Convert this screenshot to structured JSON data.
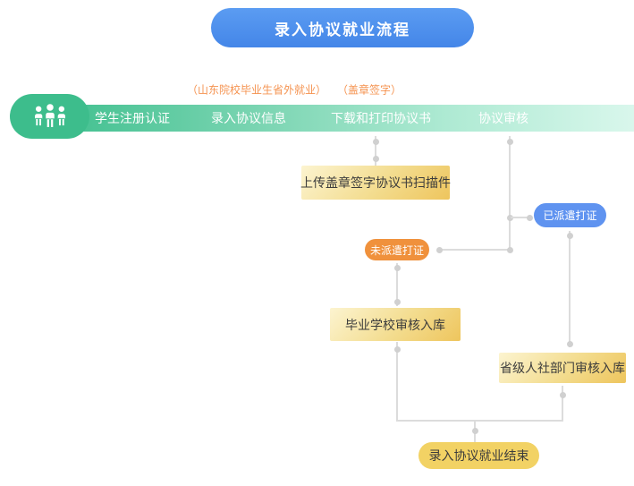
{
  "title": "录入协议就业流程",
  "bar": {
    "icon": "people-group-icon",
    "steps": [
      "学生注册认证",
      "录入协议信息",
      "下载和打印协议书",
      "协议审核"
    ],
    "notes": {
      "outside_province": "（山东院校毕业生省外就业）",
      "stamp_sign": "（盖章签字）"
    }
  },
  "nodes": {
    "upload_scan": "上传盖章签字协议书扫描件",
    "dispatched": "已派遣打证",
    "not_dispatched": "未派遣打证",
    "school_review": "毕业学校审核入库",
    "provincial_review": "省级人社部门审核入库",
    "end": "录入协议就业结束"
  },
  "colors": {
    "title_blue": "#4a8be8",
    "bar_green_start": "#3fbf8e",
    "bar_green_end": "#d9f7ec",
    "note_orange": "#f59350",
    "node_yellow_start": "#fcf4d0",
    "node_yellow_end": "#eec55d",
    "pill_blue": "#5f93f0",
    "pill_orange": "#f0913c",
    "pill_yellow": "#f2d264",
    "connector_gray": "#dcdcdc"
  }
}
